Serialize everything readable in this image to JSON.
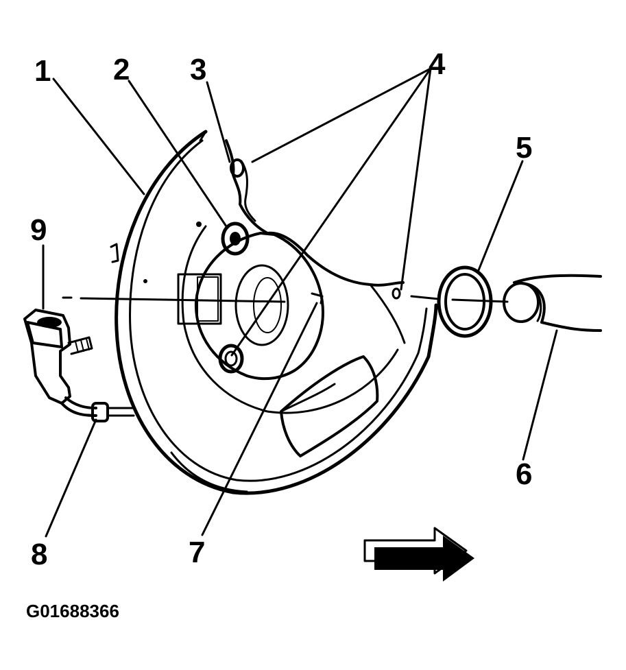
{
  "callouts": {
    "c1": "1",
    "c2": "2",
    "c3": "3",
    "c4": "4",
    "c5": "5",
    "c6": "6",
    "c7": "7",
    "c8": "8",
    "c9": "9"
  },
  "figure_id": "G01688366"
}
